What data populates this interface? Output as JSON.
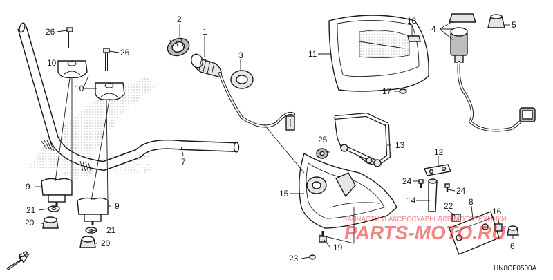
{
  "diagram": {
    "code": "HN8CF0500A",
    "direction_label": "FR.",
    "watermark_text": "ЗАПЧАСТИ И АКСЕССУАРЫ ДЛЯ МОТОТЕХНИКИ",
    "watermark_logo": "PARTS-MOTO.RU",
    "colors": {
      "line": "#1a1a1a",
      "watermark": "#e8231f",
      "halftone": "#c8c8c8"
    }
  },
  "callouts": {
    "c1": "1",
    "c2": "2",
    "c3": "3",
    "c4": "4",
    "c5": "5",
    "c6": "6",
    "c7": "7",
    "c8": "8",
    "c9a": "9",
    "c9b": "9",
    "c10a": "10",
    "c10b": "10",
    "c11": "11",
    "c12": "12",
    "c13": "13",
    "c14": "14",
    "c15": "15",
    "c16": "16",
    "c17": "17",
    "c18": "18",
    "c19": "19",
    "c20a": "20",
    "c20b": "20",
    "c21a": "21",
    "c21b": "21",
    "c22": "22",
    "c23": "23",
    "c24a": "24",
    "c24b": "24",
    "c25": "25",
    "c26a": "26",
    "c26b": "26"
  }
}
